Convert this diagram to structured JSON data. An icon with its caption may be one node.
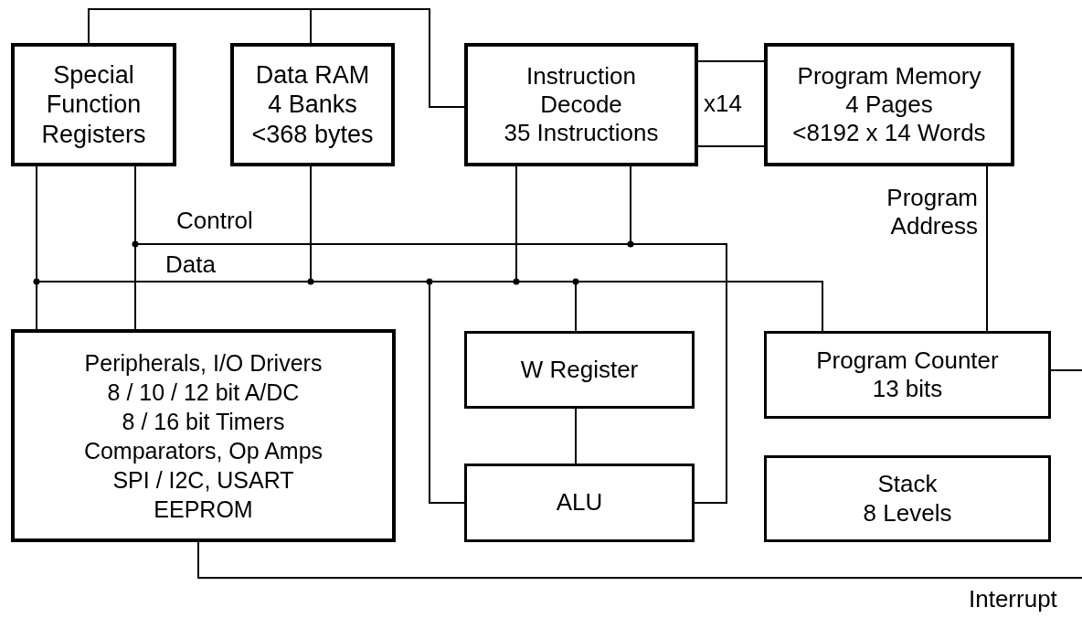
{
  "diagram": {
    "nodes": [
      {
        "text": [
          "Special Function Registers"
        ]
      },
      {
        "text": [
          "Data RAM",
          "4 Banks",
          "<368 bytes"
        ]
      },
      {
        "text": [
          "Instruction Decode",
          "35 Instructions"
        ]
      },
      {
        "text": [
          "Program Memory",
          "4 Pages",
          "<8192 x 14 Words"
        ]
      },
      {
        "text": [
          "Peripherals, I/O Drivers",
          "8 / 10 / 12 bit A/DC",
          "8 / 16 bit Timers",
          "Comparators, Op Amps",
          "SPI / I2C, USART",
          "EEPROM"
        ]
      },
      {
        "text": [
          "W Register"
        ]
      },
      {
        "text": [
          "ALU"
        ]
      },
      {
        "text": [
          "Program Counter",
          "13 bits"
        ]
      },
      {
        "text": [
          "Stack",
          "8 Levels"
        ]
      }
    ],
    "edges": [
      {
        "from": 0,
        "to": 2,
        "arrow": "none"
      },
      {
        "from": 1,
        "to": 2,
        "arrow": "none"
      },
      {
        "from": 2,
        "to": 3,
        "arrow": "none"
      },
      {
        "from": 2,
        "to": 3,
        "arrow": "none"
      },
      {
        "from": 0,
        "to": 4,
        "arrow": "none"
      },
      {
        "from": 0,
        "to": 4,
        "arrow": "none"
      },
      {
        "from": 4,
        "to": 2,
        "arrow": "none"
      },
      {
        "from": 2,
        "to": 6,
        "arrow": "none"
      },
      {
        "from": 4,
        "to": 7,
        "arrow": "none"
      },
      {
        "from": 1,
        "to": 7,
        "arrow": "none"
      },
      {
        "from": 2,
        "to": 7,
        "arrow": "none"
      },
      {
        "from": 6,
        "to": 7,
        "arrow": "none"
      },
      {
        "from": 5,
        "to": 7,
        "arrow": "none"
      },
      {
        "from": 5,
        "to": 6,
        "arrow": "none"
      },
      {
        "from": 3,
        "to": 7,
        "arrow": "none"
      },
      {
        "from": 7,
        "to": null,
        "arrow": "none"
      },
      {
        "from": 4,
        "to": null,
        "arrow": "none"
      }
    ],
    "labels": [
      "Control",
      "Data",
      "x14",
      "Program Address",
      "Interrupt"
    ]
  }
}
